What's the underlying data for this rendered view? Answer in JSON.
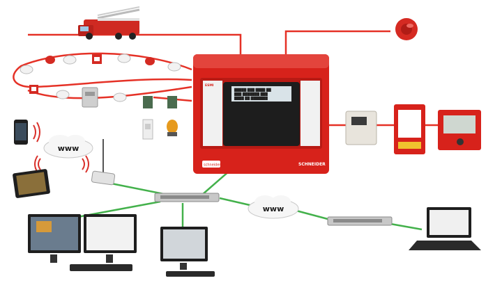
{
  "colors": {
    "loop_red": "#e53126",
    "network_green": "#43b14b",
    "panel_red": "#d7221b",
    "panel_dark": "#1d1d1d",
    "cloud_signal": "#d9302a"
  },
  "panel": {
    "brand_badge": "ESMI",
    "footer_badge": "schneider",
    "footer_logo": "SCHNEIDER",
    "screen_lines": [
      "█████ ███ ████ ██",
      "███ ███████ ███",
      "████ ██ ███████"
    ]
  },
  "clouds": {
    "left_label": "www",
    "center_label": "www"
  },
  "icons": [
    "fire-truck-icon",
    "alarm-bell-icon",
    "smoke-detector-icon",
    "beacon-icon",
    "manual-call-point-icon",
    "io-module-icon",
    "siren-icon",
    "smartphone-icon",
    "tablet-icon",
    "wireless-router-icon",
    "network-switch-icon",
    "workstation-icon",
    "laptop-icon",
    "repeater-panel-icon"
  ]
}
